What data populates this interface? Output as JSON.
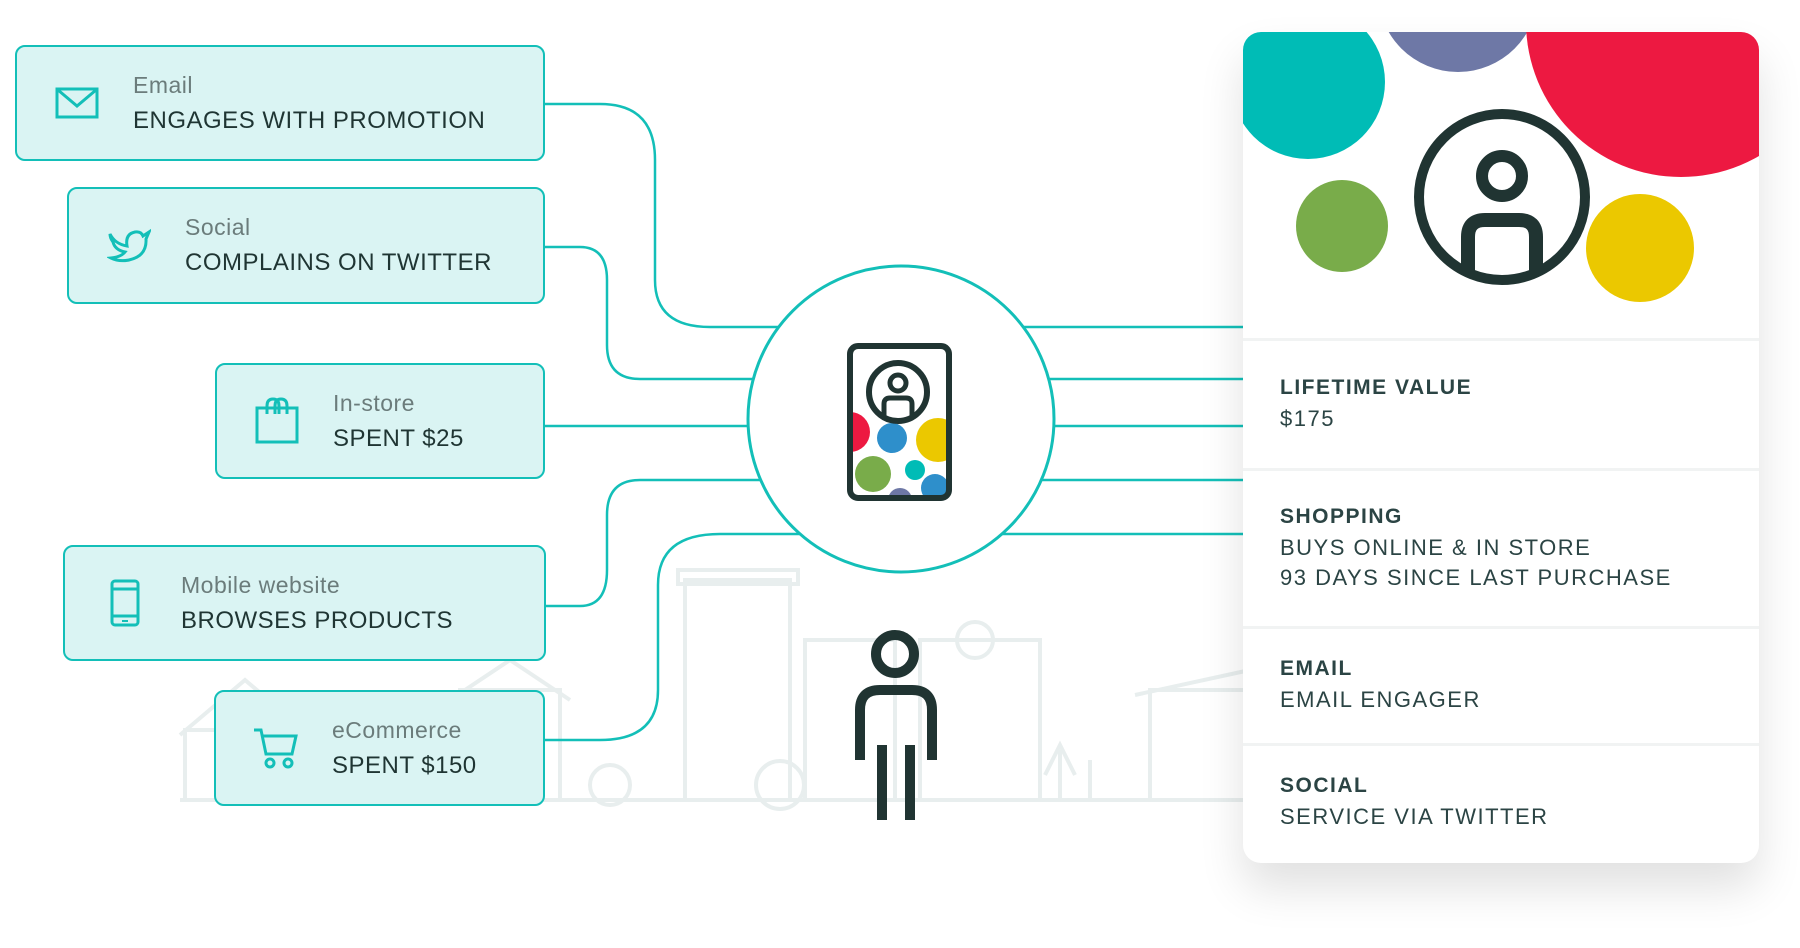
{
  "sources": [
    {
      "category": "Email",
      "action": "ENGAGES WITH PROMOTION",
      "icon": "envelope-icon"
    },
    {
      "category": "Social",
      "action": "COMPLAINS ON TWITTER",
      "icon": "twitter-bird-icon"
    },
    {
      "category": "In-store",
      "action": "SPENT $25",
      "icon": "shopping-bag-icon"
    },
    {
      "category": "Mobile website",
      "action": "BROWSES PRODUCTS",
      "icon": "mobile-phone-icon"
    },
    {
      "category": "eCommerce",
      "action": "SPENT $150",
      "icon": "shopping-cart-icon"
    }
  ],
  "profile": {
    "rows": [
      {
        "title": "LIFETIME VALUE",
        "lines": [
          "$175"
        ]
      },
      {
        "title": "SHOPPING",
        "lines": [
          "BUYS ONLINE & IN STORE",
          "93 DAYS SINCE LAST PURCHASE"
        ]
      },
      {
        "title": "EMAIL",
        "lines": [
          "EMAIL ENGAGER"
        ]
      },
      {
        "title": "SOCIAL",
        "lines": [
          "SERVICE VIA TWITTER"
        ]
      }
    ]
  },
  "colors": {
    "accent": "#13bfb8",
    "box_bg": "#daf4f3",
    "dark": "#203432",
    "red": "#ed1941",
    "yellow": "#ebc800",
    "green": "#79ac4a",
    "purple": "#6e78a6",
    "teal": "#00bcb6",
    "blue": "#2e8fcb"
  }
}
